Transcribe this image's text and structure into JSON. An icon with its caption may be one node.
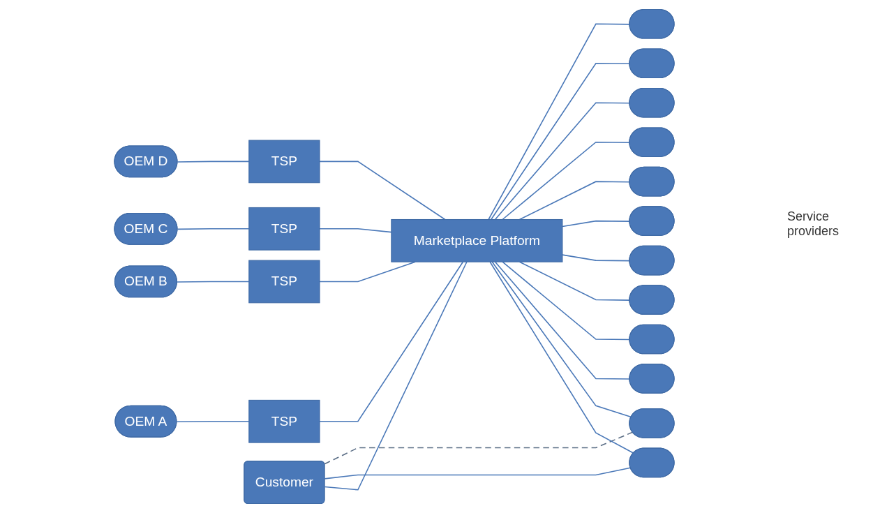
{
  "diagram": {
    "nodes": [
      {
        "text": [
          "OEM A"
        ]
      },
      {
        "text": [
          "TSP"
        ]
      },
      {
        "text": [
          "OEM B"
        ]
      },
      {
        "text": [
          "TSP"
        ]
      },
      {
        "text": [
          "OEM C"
        ]
      },
      {
        "text": [
          "TSP"
        ]
      },
      {
        "text": [
          "OEM D"
        ]
      },
      {
        "text": [
          "TSP"
        ]
      },
      {
        "text": [
          "Customer"
        ]
      },
      {
        "text": [
          "Marketplace Platform"
        ]
      },
      {
        "text": [],
        "shape": "bar"
      },
      {
        "text": [],
        "shape": "bar"
      },
      {
        "text": [],
        "shape": "bar"
      },
      {
        "text": [],
        "shape": "bar"
      },
      {
        "text": [],
        "shape": "bar"
      },
      {
        "text": [],
        "shape": "bar"
      },
      {
        "text": [],
        "shape": "bar"
      },
      {
        "text": [],
        "shape": "bar"
      },
      {
        "text": [],
        "shape": "bar"
      },
      {
        "text": [],
        "shape": "bar"
      },
      {
        "text": [],
        "shape": "bar"
      },
      {
        "text": [],
        "shape": "bar"
      }
    ],
    "edges": [
      {
        "from": 0,
        "to": 1,
        "arrow": "none"
      },
      {
        "from": 2,
        "to": 3,
        "arrow": "none"
      },
      {
        "from": 4,
        "to": 5,
        "arrow": "none"
      },
      {
        "from": 6,
        "to": 7,
        "arrow": "none"
      },
      {
        "from": 1,
        "to": 9,
        "arrow": "none"
      },
      {
        "from": 3,
        "to": 9,
        "arrow": "none"
      },
      {
        "from": 5,
        "to": 9,
        "arrow": "none"
      },
      {
        "from": 7,
        "to": 9,
        "arrow": "none"
      },
      {
        "from": 8,
        "to": 9,
        "arrow": "none"
      },
      {
        "from": 8,
        "to": 10,
        "arrow": "none"
      },
      {
        "from": 8,
        "to": 11,
        "arrow": "none",
        "style": "dashed",
        "color": "#5a6d85"
      },
      {
        "from": 9,
        "to": 10,
        "arrow": "none"
      },
      {
        "from": 9,
        "to": 11,
        "arrow": "none"
      },
      {
        "from": 9,
        "to": 12,
        "arrow": "none"
      },
      {
        "from": 9,
        "to": 13,
        "arrow": "none"
      },
      {
        "from": 9,
        "to": 14,
        "arrow": "none"
      },
      {
        "from": 9,
        "to": 15,
        "arrow": "none"
      },
      {
        "from": 9,
        "to": 16,
        "arrow": "none"
      },
      {
        "from": 9,
        "to": 17,
        "arrow": "none"
      },
      {
        "from": 9,
        "to": 18,
        "arrow": "none"
      },
      {
        "from": 9,
        "to": 19,
        "arrow": "none"
      },
      {
        "from": 9,
        "to": 20,
        "arrow": "none"
      },
      {
        "from": 9,
        "to": 21,
        "arrow": "none"
      }
    ],
    "labels": [
      "Service providers"
    ]
  }
}
